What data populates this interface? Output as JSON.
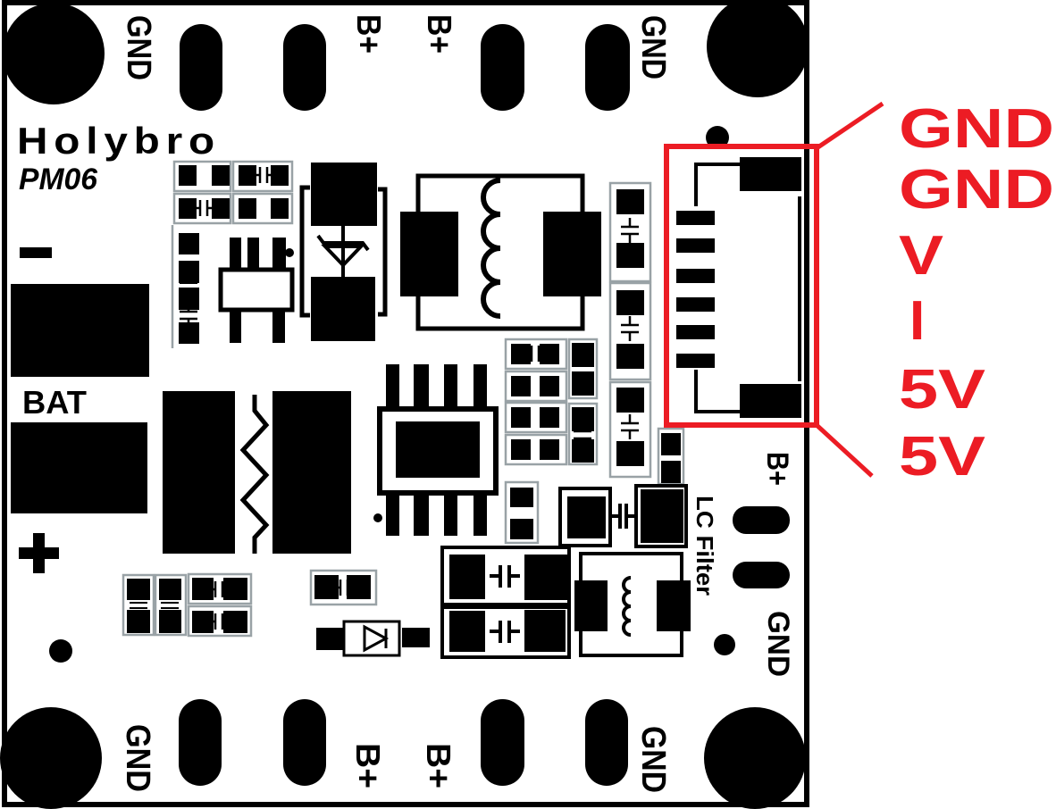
{
  "colors": {
    "annotation_red": "#EC1C24",
    "silkscreen": "#000000",
    "background": "#FFFFFF"
  },
  "board": {
    "brand": "Holybro",
    "model": "PM06",
    "bat_label": "BAT",
    "minus_symbol": "-",
    "plus_symbol": "+",
    "lc_filter_label": "LC Filter"
  },
  "pads": {
    "top": [
      "GND",
      "B+",
      "B+",
      "GND"
    ],
    "bottom": [
      "GND",
      "B+",
      "B+",
      "GND"
    ],
    "right_top": "B+",
    "right_bottom": "GND"
  },
  "pinout": {
    "labels": [
      "GND",
      "GND",
      "V",
      "I",
      "5V",
      "5V"
    ]
  }
}
